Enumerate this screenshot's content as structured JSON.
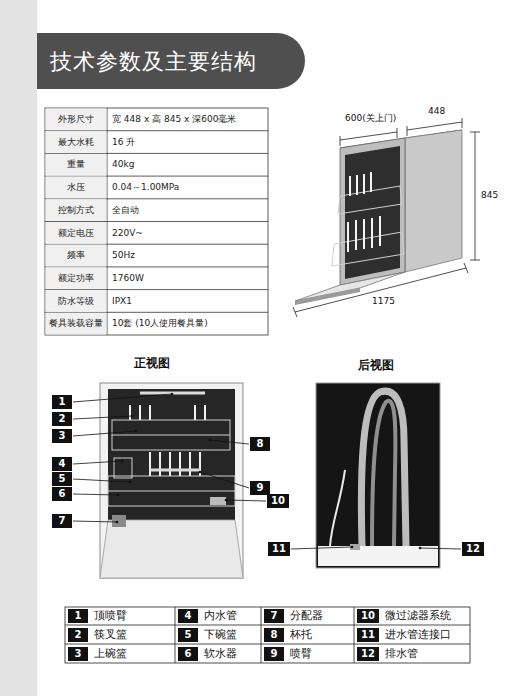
{
  "diagram": {
    "title": "技术参数及主要结构",
    "nodes": [
      {
        "text": [
          "1"
        ]
      },
      {
        "text": [
          "2"
        ]
      },
      {
        "text": [
          "3"
        ]
      },
      {
        "text": [
          "4"
        ]
      },
      {
        "text": [
          "5"
        ]
      },
      {
        "text": [
          "6"
        ]
      },
      {
        "text": [
          "7"
        ]
      },
      {
        "text": [
          "8"
        ]
      },
      {
        "text": [
          "9"
        ]
      },
      {
        "text": [
          "10"
        ]
      },
      {
        "text": [
          "11"
        ]
      },
      {
        "text": [
          "12"
        ]
      },
      {
        "text": [
          "1",
          "顶喷臂"
        ]
      },
      {
        "text": [
          "4",
          "内水管"
        ]
      },
      {
        "text": [
          "7",
          "分配器"
        ]
      },
      {
        "text": [
          "10",
          "微过滤器系统"
        ]
      },
      {
        "text": [
          "2",
          "筷叉篮"
        ]
      },
      {
        "text": [
          "5",
          "下碗篮"
        ]
      },
      {
        "text": [
          "8",
          "杯托"
        ]
      },
      {
        "text": [
          "11",
          "进水管连接口"
        ]
      },
      {
        "text": [
          "3",
          "上碗篮"
        ]
      },
      {
        "text": [
          "6",
          "软水器"
        ]
      },
      {
        "text": [
          "9",
          "喷臂"
        ]
      },
      {
        "text": [
          "12",
          "排水管"
        ]
      }
    ],
    "labels": [
      "外形尺寸",
      "宽 448 x 高 845 x 深600毫米",
      "最大水耗",
      "16 升",
      "重量",
      "40kg",
      "水压",
      "0.04～1.00MPa",
      "控制方式",
      "全自动",
      "额定电压",
      "220V~",
      "频率",
      "50Hz",
      "额定功率",
      "1760W",
      "防水等级",
      "IPX1",
      "餐具装载容量",
      "10套 (10人使用餐具量)",
      "600(关上门)",
      "448",
      "845",
      "1175",
      "正视图",
      "后视图"
    ]
  }
}
